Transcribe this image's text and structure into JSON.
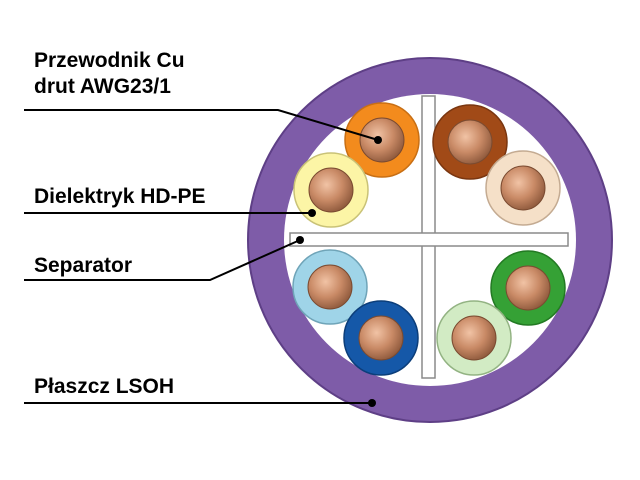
{
  "labels": {
    "conductor": {
      "line1": "Przewodnik Cu",
      "line2": "drut AWG23/1"
    },
    "dielectric": "Dielektryk HD-PE",
    "separator": "Separator",
    "jacket": "Płaszcz LSOH"
  },
  "colors": {
    "jacket": "#7e5ca8",
    "jacket_edge": "#5e3f86",
    "copper": "#c98a66",
    "separator": "#ffffff",
    "leader_line": "#000000",
    "pairs": {
      "orange": "#f38b1d",
      "orange_white": "#f5e0c8",
      "brown": "#a14a17",
      "green": "#35a135",
      "green_white": "#d2ebc4",
      "blue": "#1558a8",
      "blue_white": "#9fd4e8",
      "yellow_white": "#fcf5a6"
    }
  }
}
